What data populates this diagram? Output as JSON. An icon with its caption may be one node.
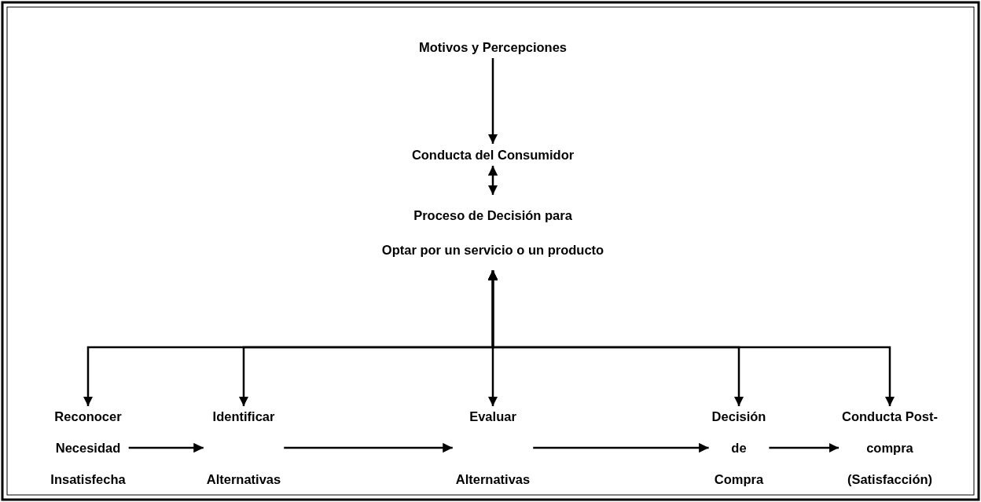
{
  "diagram": {
    "nodes": [
      {
        "text": [
          "Motivos y Percepciones"
        ]
      },
      {
        "text": [
          "Conducta del Consumidor"
        ]
      },
      {
        "text": [
          "Proceso de Decisión para",
          "Optar por un servicio o un producto"
        ]
      },
      {
        "text": [
          "Reconocer Necesidad Insatisfecha"
        ]
      },
      {
        "text": [
          "Identificar Alternativas"
        ]
      },
      {
        "text": [
          "Evaluar Alternativas"
        ]
      },
      {
        "text": [
          "Decisión de Compra"
        ]
      },
      {
        "text": [
          "Conducta Post-compra (Satisfacción)"
        ]
      }
    ],
    "edges": [
      {
        "from": 0,
        "to": 1,
        "arrow": "to"
      },
      {
        "from": 1,
        "to": 2,
        "arrow": "both"
      },
      {
        "from": 2,
        "to": 3,
        "arrow": "both"
      },
      {
        "from": 2,
        "to": 4,
        "arrow": "both"
      },
      {
        "from": 2,
        "to": 5,
        "arrow": "both"
      },
      {
        "from": 2,
        "to": 6,
        "arrow": "both"
      },
      {
        "from": 2,
        "to": 7,
        "arrow": "both"
      },
      {
        "from": 3,
        "to": 4,
        "arrow": "to"
      },
      {
        "from": 4,
        "to": 5,
        "arrow": "to"
      },
      {
        "from": 5,
        "to": 6,
        "arrow": "to"
      },
      {
        "from": 6,
        "to": 7,
        "arrow": "to"
      }
    ]
  }
}
